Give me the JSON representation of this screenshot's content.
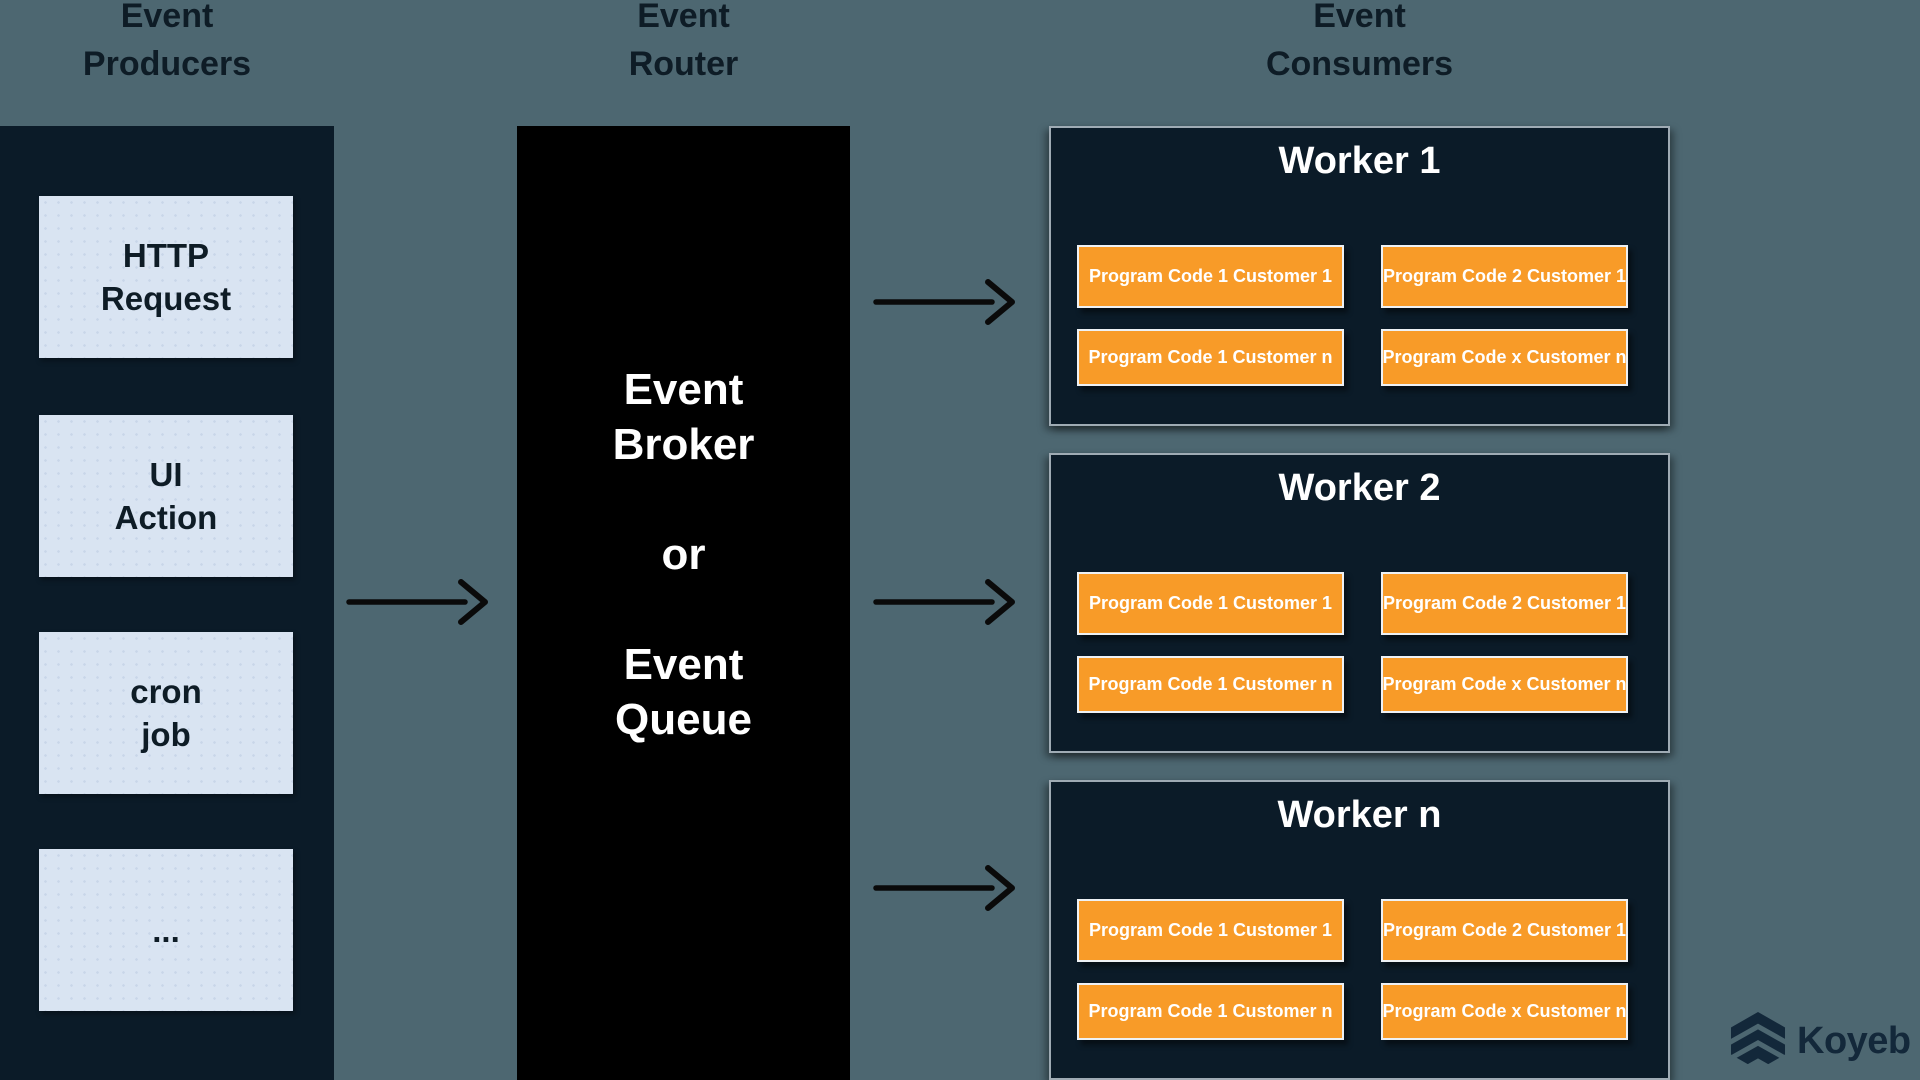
{
  "colors": {
    "background": "#4d6771",
    "panel_dark": "#0b1b28",
    "panel_black": "#000000",
    "box_light": "#d9e4f2",
    "box_orange": "#f89b28",
    "text_dark": "#0e1c26",
    "text_light": "#ffffff",
    "logo": "#13283a",
    "arrow": "#0a0a0a"
  },
  "headers": {
    "producers": "Event\nProducers",
    "router": "Event\nRouter",
    "consumers": "Event\nConsumers"
  },
  "producers": {
    "items": [
      {
        "label": "HTTP\nRequest"
      },
      {
        "label": "UI\nAction"
      },
      {
        "label": "cron\njob"
      },
      {
        "label": "..."
      }
    ]
  },
  "router": {
    "label": "Event\nBroker\n\nor\n\nEvent\nQueue"
  },
  "workers": [
    {
      "title": "Worker 1",
      "boxes": [
        "Program Code 1 Customer 1",
        "Program Code 2 Customer 1",
        "Program Code 1 Customer n",
        "Program Code x Customer n"
      ]
    },
    {
      "title": "Worker 2",
      "boxes": [
        "Program Code 1 Customer 1",
        "Program Code 2 Customer 1",
        "Program Code 1 Customer n",
        "Program Code x Customer n"
      ]
    },
    {
      "title": "Worker n",
      "boxes": [
        "Program Code 1 Customer 1",
        "Program Code 2 Customer 1",
        "Program Code 1 Customer n",
        "Program Code x Customer n"
      ]
    }
  ],
  "brand": {
    "name": "Koyeb"
  }
}
